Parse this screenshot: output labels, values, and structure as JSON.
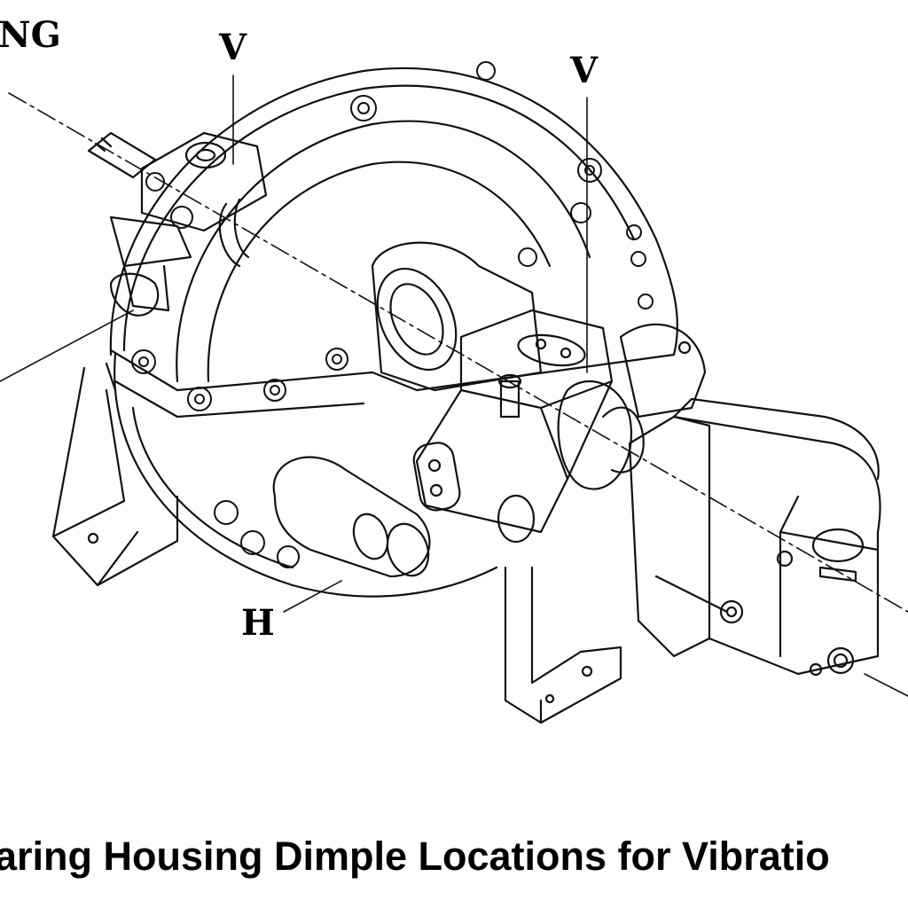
{
  "labels": {
    "top_left_cut": "NG",
    "vertical_left": "V",
    "vertical_right": "V",
    "horizontal": "H"
  },
  "caption": "aring Housing Dimple Locations for Vibratio"
}
